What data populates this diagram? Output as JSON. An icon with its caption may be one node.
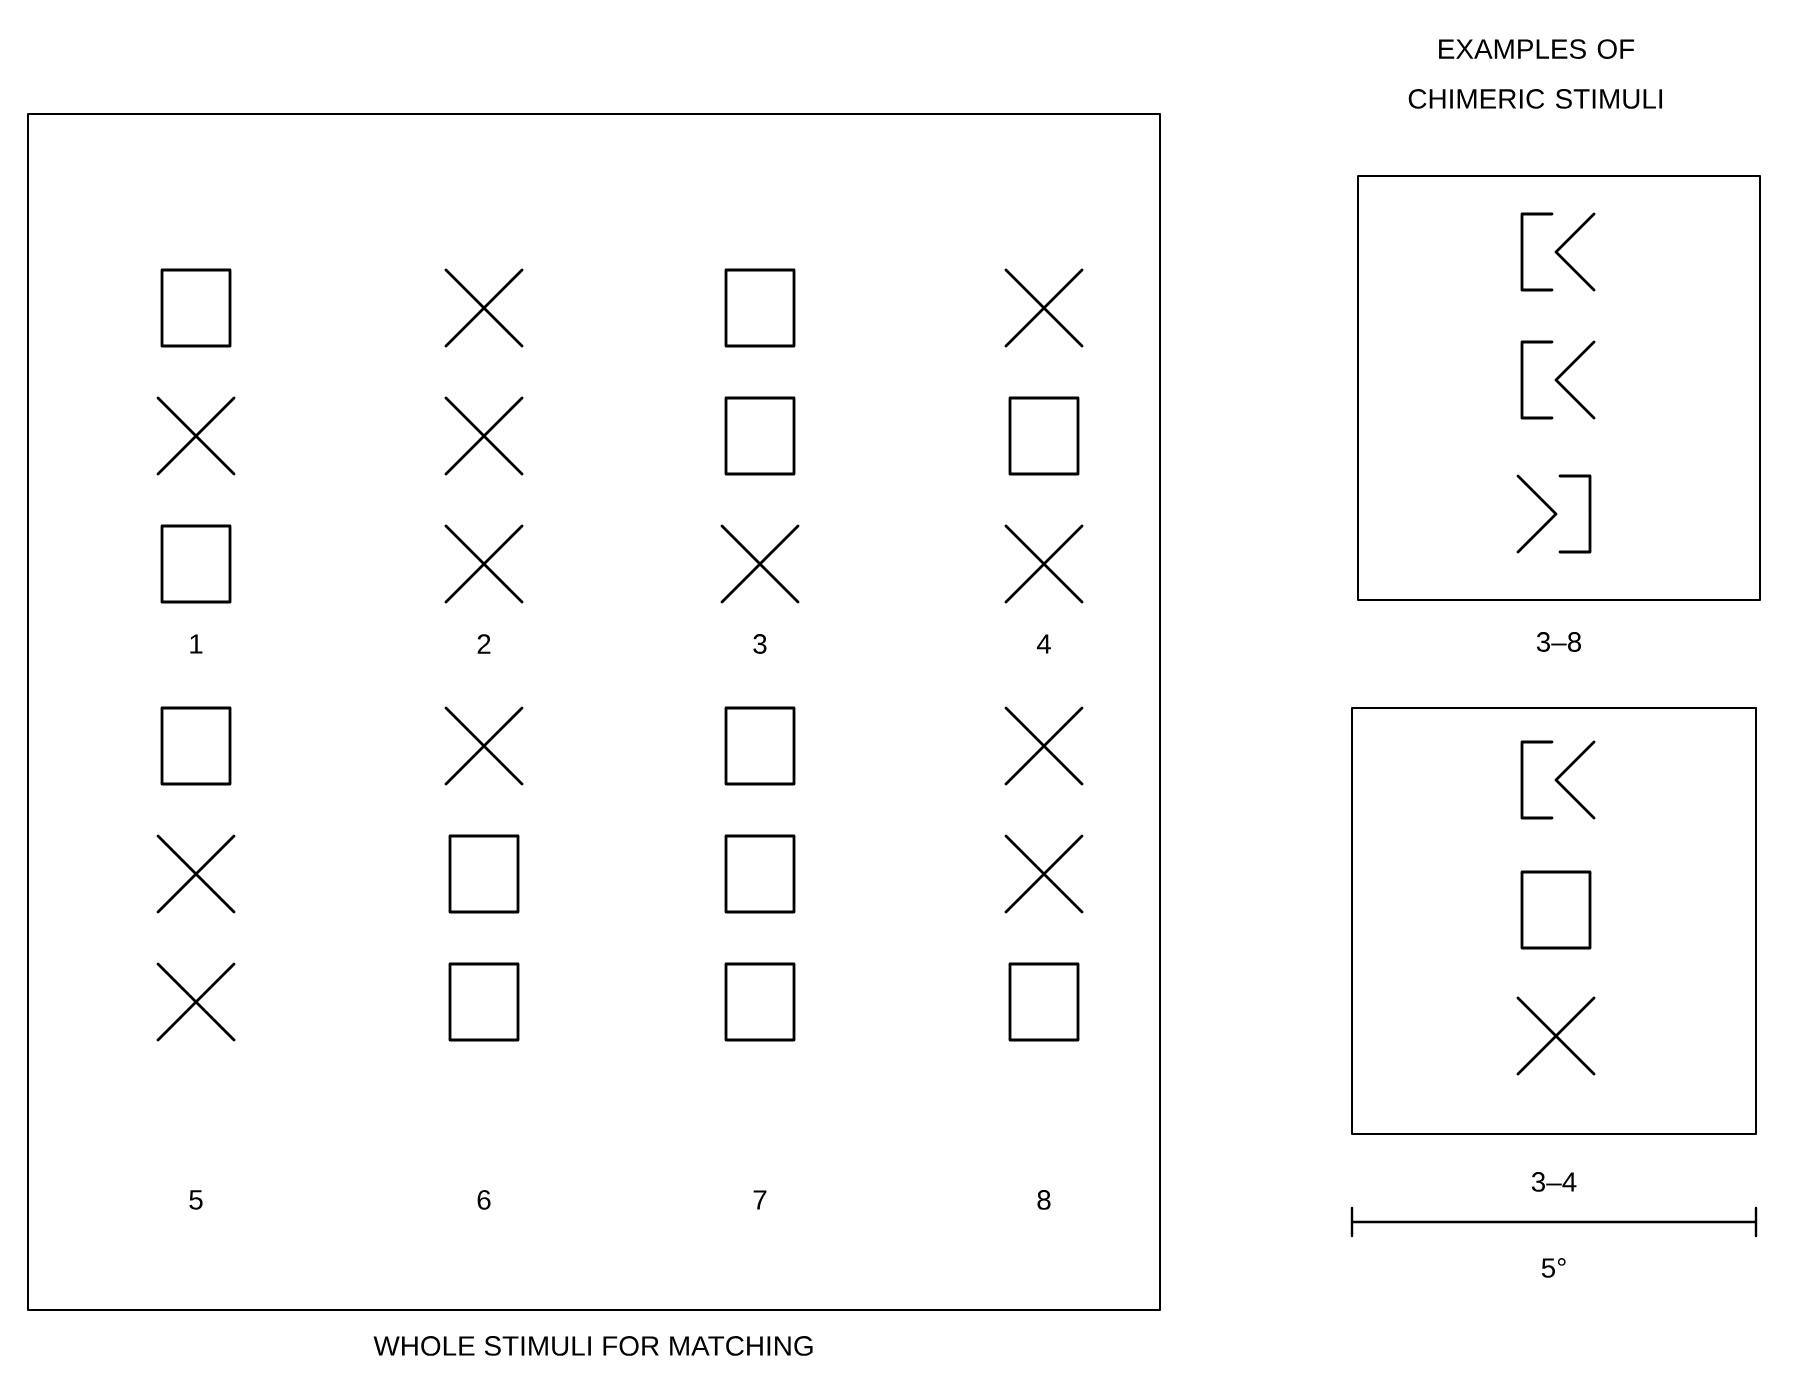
{
  "diagram": {
    "nodes": [
      {
        "text": [
          "WHOLE STIMULI FOR MATCHING"
        ]
      },
      {
        "text": [
          "3–8"
        ]
      },
      {
        "text": [
          "3–4"
        ]
      }
    ],
    "labels": [
      "EXAMPLES OF CHIMERIC STIMULI",
      "1",
      "2",
      "3",
      "4",
      "5",
      "6",
      "7",
      "8",
      "5°"
    ]
  }
}
